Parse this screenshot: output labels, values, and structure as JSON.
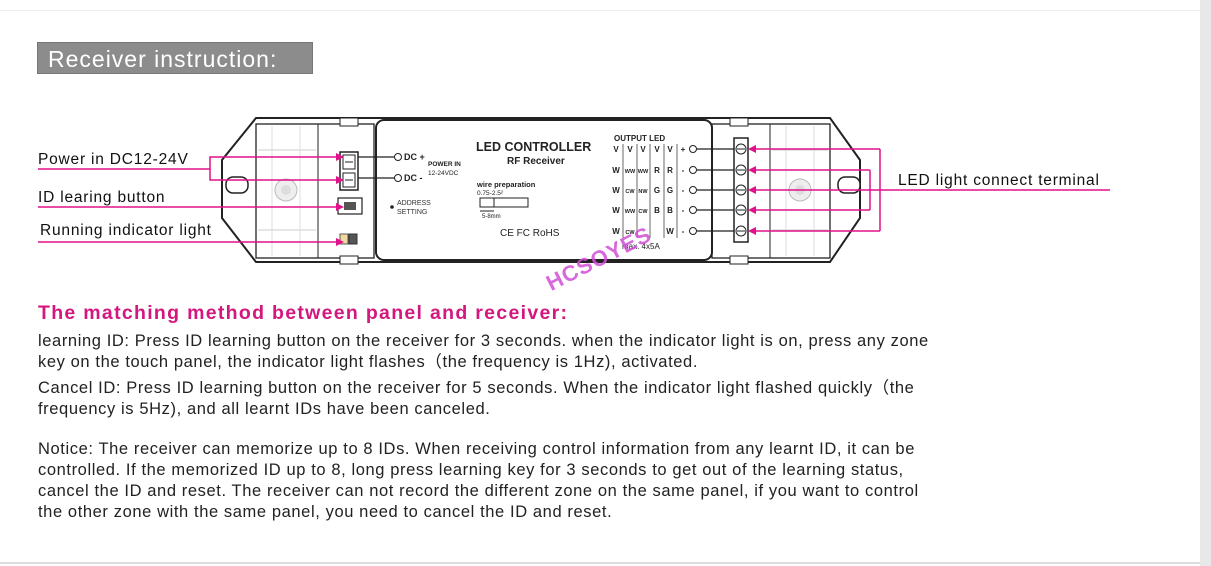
{
  "heading": "Receiver instruction:",
  "diagram": {
    "left_labels": [
      "Power in DC12-24V",
      "ID learing button",
      "Running indicator light"
    ],
    "right_label": "LED light connect terminal",
    "controller": {
      "title": "LED CONTROLLER",
      "subtitle": "RF Receiver",
      "dc_plus": "DC +",
      "dc_minus": "DC -",
      "power_in_1": "POWER IN",
      "power_in_2": "12-24VDC",
      "address_1": "ADDRESS",
      "address_2": "SETTING",
      "wire_prep_1": "wire preparation",
      "wire_prep_2": "0.75-2.5²",
      "wire_length": "5-8mm",
      "certs": "CE FC RoHS",
      "output_title": "OUTPUT LED",
      "output_header": [
        "V",
        "V",
        "V",
        "V",
        "V",
        "+"
      ],
      "output_rows": [
        [
          "W",
          "WW",
          "WW",
          "R",
          "R",
          "-"
        ],
        [
          "W",
          "CW",
          "NW",
          "G",
          "G",
          "-"
        ],
        [
          "W",
          "WW",
          "CW",
          "B",
          "B",
          "-"
        ],
        [
          "W",
          "CW",
          "",
          "",
          "W",
          "-"
        ]
      ],
      "max_rating": "max. 4x5A"
    }
  },
  "watermark": "HCSOYES",
  "section_title": "The matching method between panel and receiver:",
  "paragraphs": {
    "learning": [
      "learning ID: Press ID learning button on the receiver for 3 seconds. when the indicator light is on, press any zone",
      "key on the touch panel, the indicator light flashes（the frequency is 1Hz), activated."
    ],
    "cancel": [
      "Cancel ID: Press ID learning button on the receiver for 5 seconds. When the indicator light flashed quickly（the",
      "frequency is 5Hz), and all learnt IDs have been canceled."
    ],
    "notice": [
      "Notice: The receiver can memorize up to 8 IDs. When receiving control information from any learnt ID, it can be",
      "controlled. If the memorized ID up to 8, long press learning key for 3 seconds to get out of the learning status,",
      "cancel the ID and reset. The receiver can not record the different zone on the same panel, if you want to control",
      "the other zone with the same panel, you need to cancel the ID and reset."
    ]
  },
  "colors": {
    "accent": "#d4177f",
    "line": "#e0118a",
    "heading_bg": "#8c8c8c"
  }
}
